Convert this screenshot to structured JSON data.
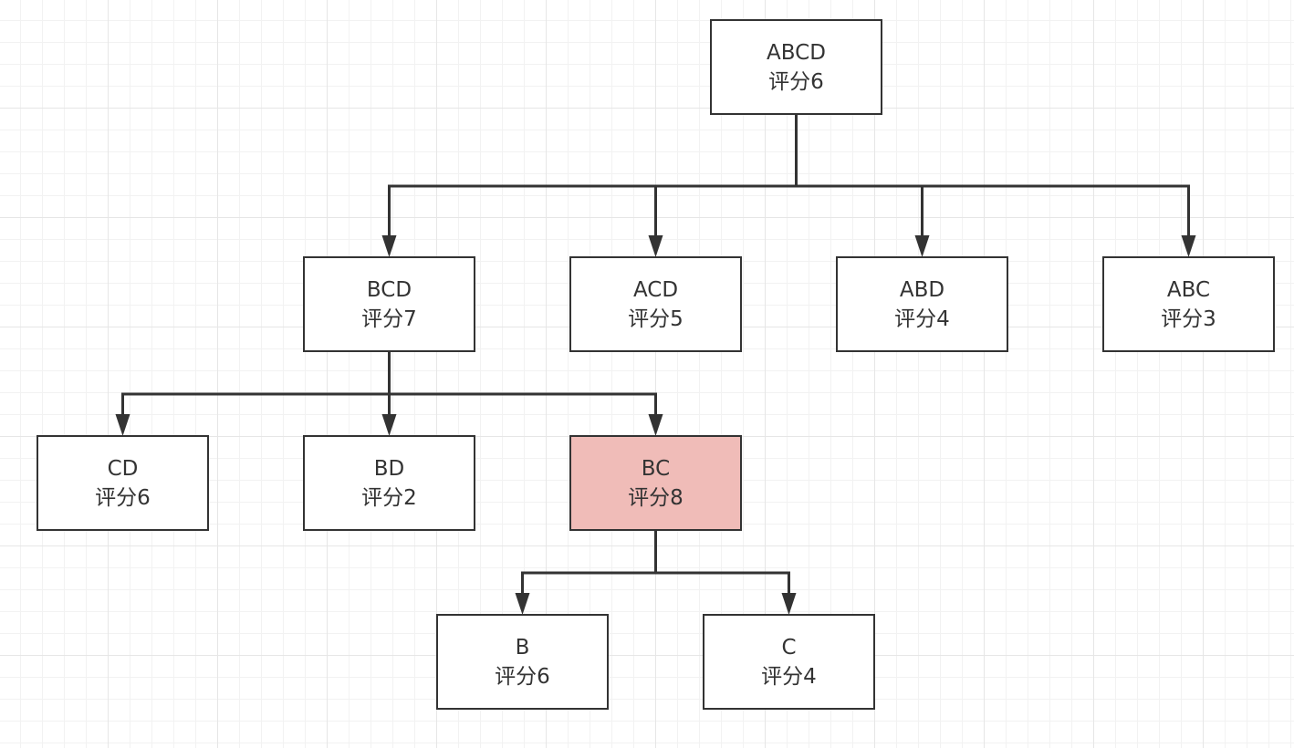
{
  "diagram": {
    "type": "tree",
    "colors": {
      "stroke": "#333333",
      "node_fill": "#ffffff",
      "highlight_fill": "#f0bcb8"
    },
    "nodes": [
      {
        "id": "abcd",
        "name": "ABCD",
        "score": "评分6"
      },
      {
        "id": "bcd",
        "name": "BCD",
        "score": "评分7"
      },
      {
        "id": "acd",
        "name": "ACD",
        "score": "评分5"
      },
      {
        "id": "abd",
        "name": "ABD",
        "score": "评分4"
      },
      {
        "id": "abc",
        "name": "ABC",
        "score": "评分3"
      },
      {
        "id": "cd",
        "name": "CD",
        "score": "评分6"
      },
      {
        "id": "bd",
        "name": "BD",
        "score": "评分2"
      },
      {
        "id": "bc",
        "name": "BC",
        "score": "评分8",
        "highlighted": true
      },
      {
        "id": "b",
        "name": "B",
        "score": "评分6"
      },
      {
        "id": "c",
        "name": "C",
        "score": "评分4"
      }
    ],
    "edges": [
      {
        "from": "abcd",
        "to": [
          "bcd",
          "acd",
          "abd",
          "abc"
        ]
      },
      {
        "from": "bcd",
        "to": [
          "cd",
          "bd",
          "bc"
        ]
      },
      {
        "from": "bc",
        "to": [
          "b",
          "c"
        ]
      }
    ]
  }
}
